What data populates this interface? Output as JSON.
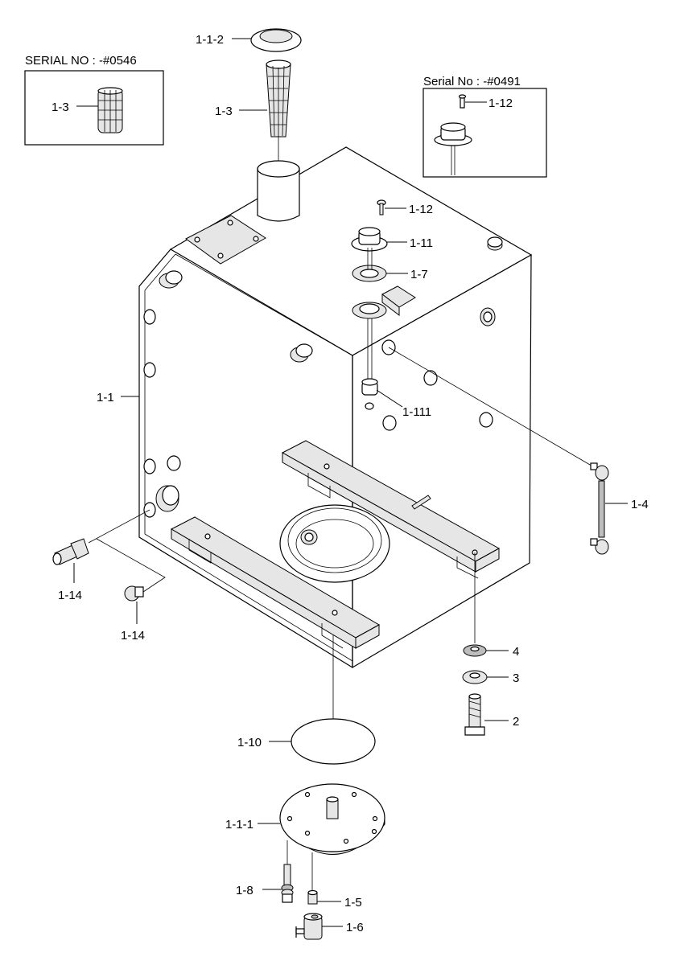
{
  "serial_boxes": {
    "left_title": "SERIAL NO : -#0546",
    "right_title": "Serial No : -#0491"
  },
  "labels": {
    "cap": "1-1-2",
    "strainer": "1-3",
    "strainer_inset": "1-3",
    "screw_inset": "1-12",
    "screw": "1-12",
    "level_gauge_top": "1-11",
    "gasket": "1-7",
    "float": "1-111",
    "tank": "1-1",
    "sight_gauge": "1-4",
    "fitting": "1-14",
    "plug": "1-14",
    "washer_rubber": "4",
    "washer_flat": "3",
    "bolt": "2",
    "packing": "1-10",
    "cover": "1-1-1",
    "bolt_set": "1-8",
    "connector": "1-5",
    "drain_cock": "1-6"
  }
}
